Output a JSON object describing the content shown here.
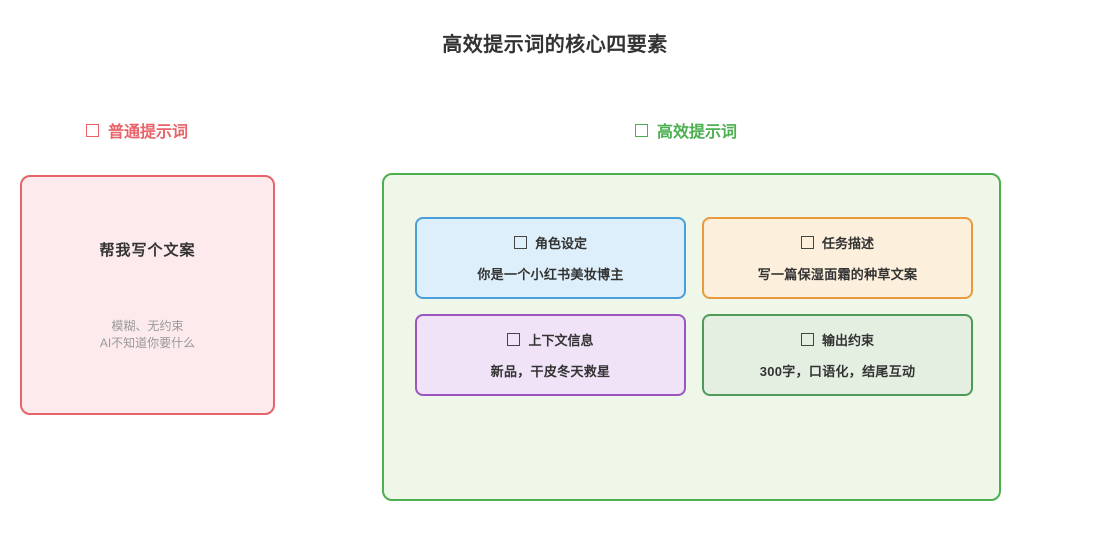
{
  "page": {
    "title": "高效提示词的核心四要素"
  },
  "colors": {
    "bad_accent": "#e8646a",
    "bad_fill": "#fdeaec",
    "good_accent": "#4caf50",
    "good_fill": "#eef7e8",
    "role_accent": "#4a9fd8",
    "role_fill": "#ddeffb",
    "task_accent": "#e99a3c",
    "task_fill": "#fcefdc",
    "context_accent": "#9b55c0",
    "context_fill": "#f0e2f7",
    "output_accent": "#4f9a58",
    "output_fill": "#e4efe2",
    "note_text": "#999999",
    "body_text": "#333333"
  },
  "left": {
    "header": {
      "icon": "square-outline-icon",
      "label": "普通提示词"
    },
    "card": {
      "prompt": "帮我写个文案",
      "note_line1": "模糊、无约束",
      "note_line2": "AI不知道你要什么"
    }
  },
  "right": {
    "header": {
      "icon": "square-outline-icon",
      "label": "高效提示词"
    },
    "elements": [
      {
        "icon": "square-outline-icon",
        "title": "角色设定",
        "value": "你是一个小红书美妆博主",
        "style": "card-blue"
      },
      {
        "icon": "square-outline-icon",
        "title": "任务描述",
        "value": "写一篇保湿面霜的种草文案",
        "style": "card-orange"
      },
      {
        "icon": "square-outline-icon",
        "title": "上下文信息",
        "value": "新品，干皮冬天救星",
        "style": "card-purple"
      },
      {
        "icon": "square-outline-icon",
        "title": "输出约束",
        "value": "300字，口语化，结尾互动",
        "style": "card-green"
      }
    ]
  }
}
